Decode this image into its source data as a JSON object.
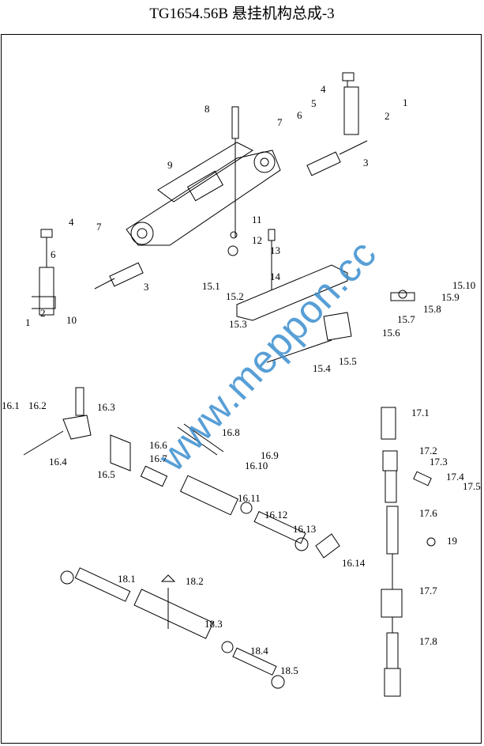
{
  "title": "TG1654.56B  悬挂机构总成-3",
  "watermark": "www.meppon.cc",
  "labels": {
    "a1": "1",
    "a2": "2",
    "a4": "4",
    "a5": "5",
    "a6": "6",
    "a3": "3",
    "a7": "7",
    "a8": "8",
    "a9": "9",
    "a11": "11",
    "a12": "12",
    "a13": "13",
    "a14": "14",
    "b4": "4",
    "b7": "7",
    "b6": "6",
    "b3": "3",
    "b1": "1",
    "b2": "2",
    "b10": "10",
    "p15_1": "15.1",
    "p15_2": "15.2",
    "p15_3": "15.3",
    "p15_4": "15.4",
    "p15_5": "15.5",
    "p15_6": "15.6",
    "p15_7": "15.7",
    "p15_8": "15.8",
    "p15_9": "15.9",
    "p15_10": "15.10",
    "p16_1": "16.1",
    "p16_2": "16.2",
    "p16_3": "16.3",
    "p16_4": "16.4",
    "p16_5": "16.5",
    "p16_6": "16.6",
    "p16_7": "16.7",
    "p16_8": "16.8",
    "p16_9": "16.9",
    "p16_10": "16.10",
    "p16_11": "16.11",
    "p16_12": "16.12",
    "p16_13": "16.13",
    "p16_14": "16.14",
    "p17_1": "17.1",
    "p17_2": "17.2",
    "p17_3": "17.3",
    "p17_4": "17.4",
    "p17_5": "17.5",
    "p17_6": "17.6",
    "p19": "19",
    "p17_7": "17.7",
    "p17_8": "17.8",
    "p18_1": "18.1",
    "p18_2": "18.2",
    "p18_3": "18.3",
    "p18_4": "18.4",
    "p18_5": "18.5"
  }
}
